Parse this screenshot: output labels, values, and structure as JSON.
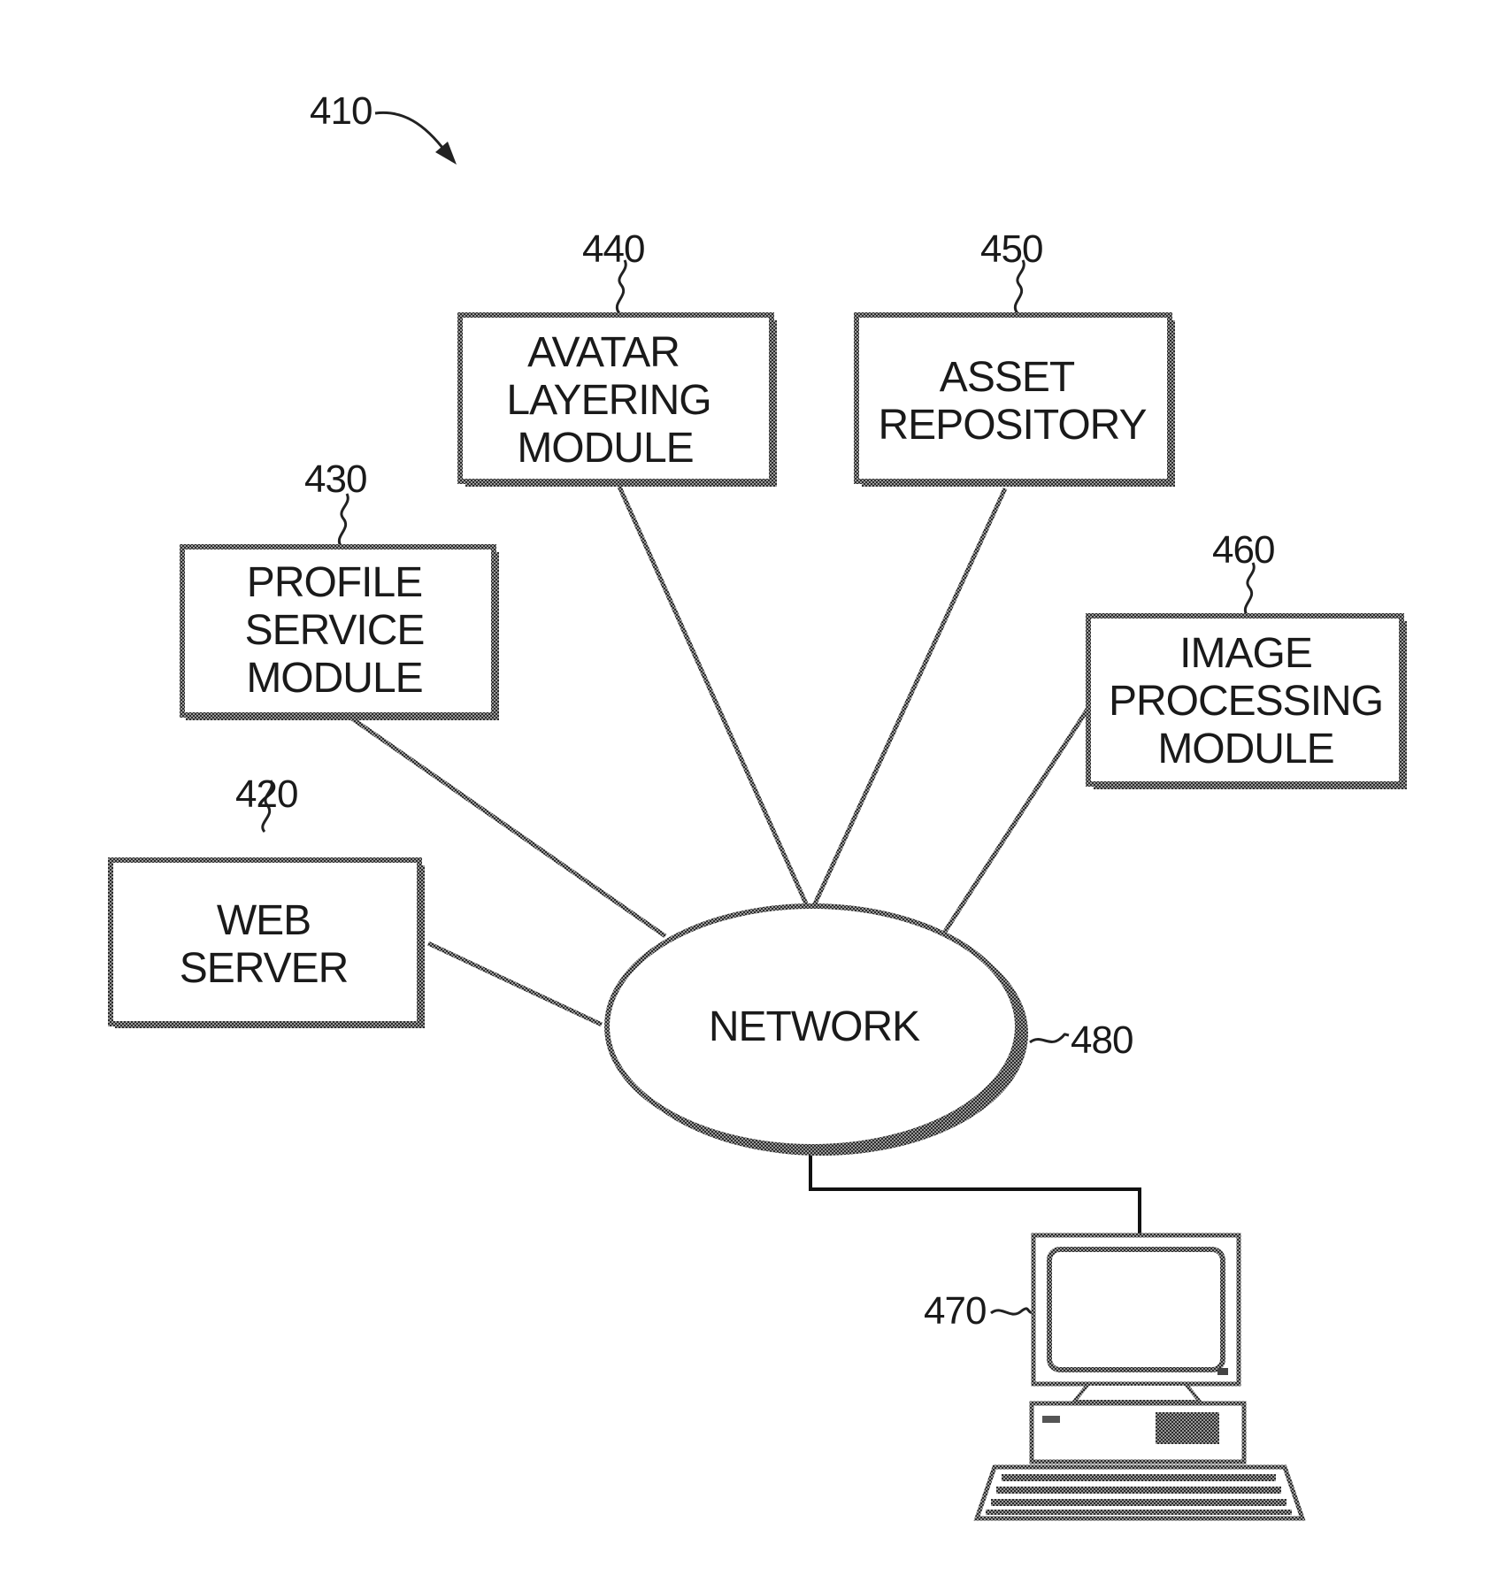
{
  "figure": {
    "ref": "410",
    "network": {
      "ref": "480",
      "label": "NETWORK"
    },
    "boxes": [
      {
        "id": "web-server",
        "ref": "420",
        "lines": [
          "WEB",
          "SERVER"
        ]
      },
      {
        "id": "profile-service-module",
        "ref": "430",
        "lines": [
          "PROFILE",
          "SERVICE",
          "MODULE"
        ]
      },
      {
        "id": "avatar-layering-module",
        "ref": "440",
        "lines": [
          "AVATAR",
          "LAYERING",
          "MODULE"
        ]
      },
      {
        "id": "asset-repository",
        "ref": "450",
        "lines": [
          "ASSET",
          "REPOSITORY"
        ]
      },
      {
        "id": "image-processing-module",
        "ref": "460",
        "lines": [
          "IMAGE",
          "PROCESSING",
          "MODULE"
        ]
      }
    ],
    "client": {
      "ref": "470",
      "icon": "desktop-computer-icon"
    }
  }
}
